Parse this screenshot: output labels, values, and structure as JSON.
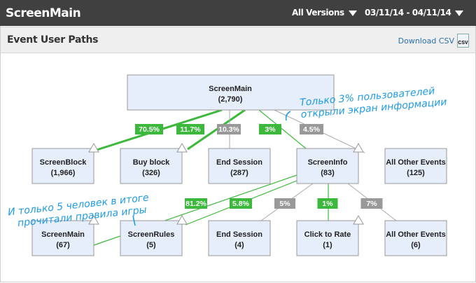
{
  "header": {
    "title": "ScreenMain",
    "version_select": "All Versions",
    "date_range": "03/11/14 - 04/11/14"
  },
  "panel": {
    "title": "Event User Paths",
    "download_label": "Download CSV",
    "csv_icon_text": "CSV"
  },
  "colors": {
    "green": "#3cb93c",
    "gray": "#999999",
    "annotation": "#1e9be8"
  },
  "tree": {
    "root": {
      "name": "ScreenMain",
      "count": "(2,790)"
    },
    "level1": [
      {
        "name": "ScreenBlock",
        "count": "(1,966)",
        "pct": "70.5%"
      },
      {
        "name": "Buy block",
        "count": "(326)",
        "pct": "11.7%"
      },
      {
        "name": "End Session",
        "count": "(287)",
        "pct": "10.3%"
      },
      {
        "name": "ScreenInfo",
        "count": "(83)",
        "pct": "3%"
      },
      {
        "name": "All Other Events",
        "count": "(125)",
        "pct": "4.5%"
      }
    ],
    "level2": [
      {
        "name": "ScreenMain",
        "count": "(67)",
        "pct": "81.2%"
      },
      {
        "name": "ScreenRules",
        "count": "(5)",
        "pct": "5.8%"
      },
      {
        "name": "End Session",
        "count": "(4)",
        "pct": "5%"
      },
      {
        "name": "Click to Rate",
        "count": "(1)",
        "pct": "1%"
      },
      {
        "name": "All Other Events",
        "count": "(6)",
        "pct": "7%"
      }
    ]
  },
  "annotations": {
    "top_line1": "Только 3% пользователей",
    "top_line2": "открыли экран информации",
    "bottom_line1": "И только 5 человек в итоге",
    "bottom_line2": "прочитали правила игры"
  }
}
